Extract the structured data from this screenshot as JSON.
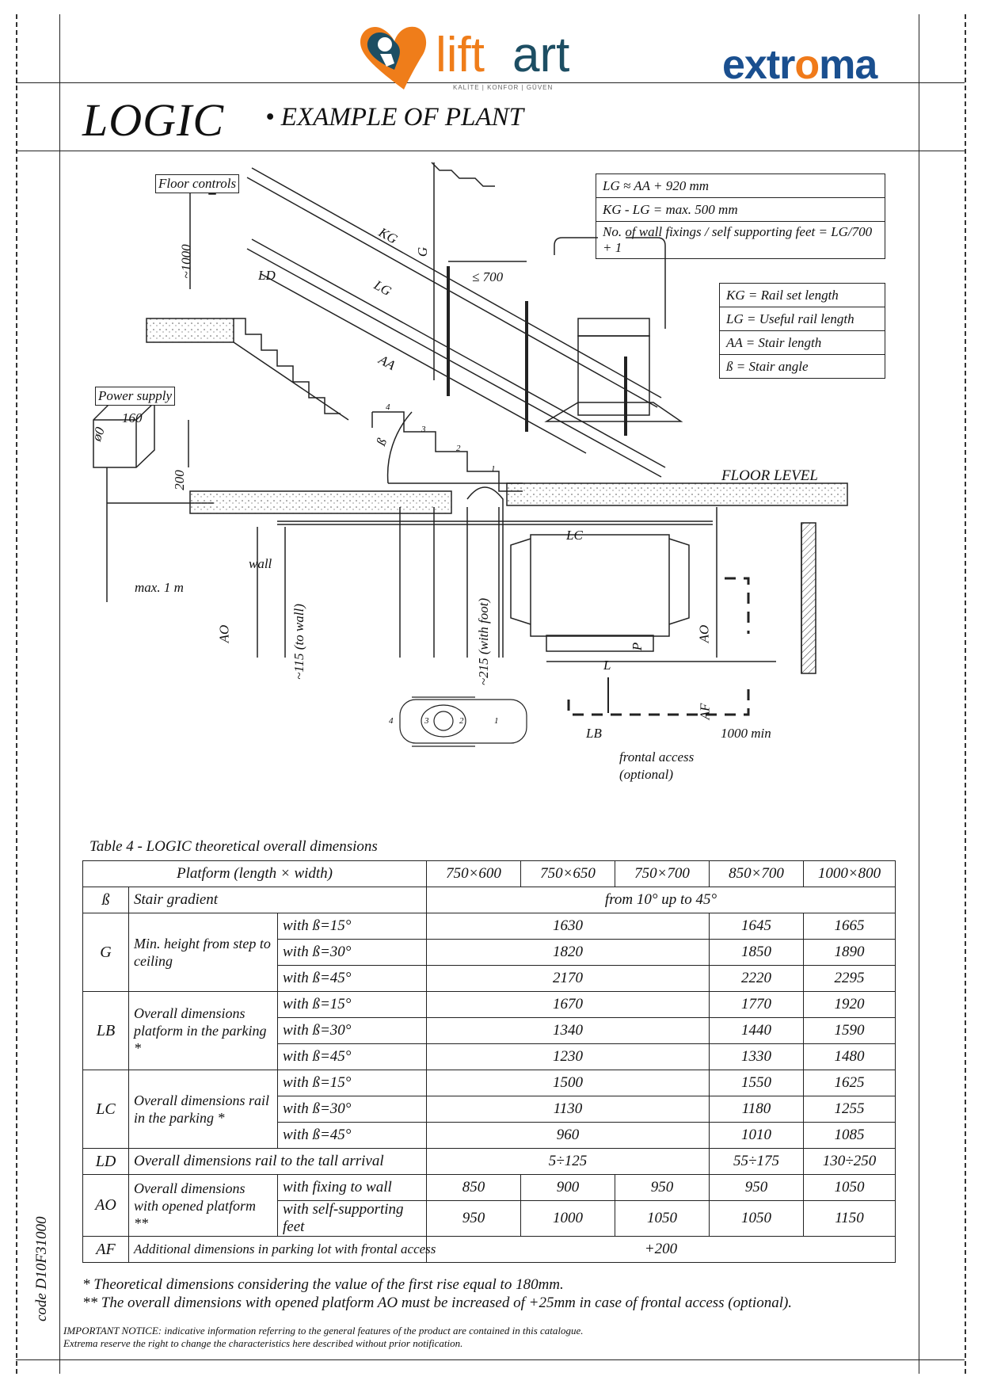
{
  "header": {
    "brand_left": "liftart",
    "brand_left_tagline": "KALİTE | KONFOR | GÜVEN",
    "brand_right_a": "extr",
    "brand_right_b": "o",
    "brand_right_c": "ma",
    "title": "LOGIC",
    "subtitle": "• EXAMPLE OF PLANT"
  },
  "formulas": [
    "LG ≈ AA + 920 mm",
    "KG - LG = max. 500 mm",
    "No. of wall fixings / self supporting feet = LG/700 + 1"
  ],
  "legend": [
    "KG = Rail set length",
    "LG = Useful rail length",
    "AA = Stair length",
    "ß = Stair angle"
  ],
  "drawing_labels": {
    "floor_controls": "Floor controls",
    "power_supply": "Power supply",
    "h1000": "~1000",
    "ld": "LD",
    "kg": "KG",
    "lg": "LG",
    "aa": "AA",
    "g": "G",
    "le700": "≤ 700",
    "beta": "ß",
    "floor_level": "FLOOR LEVEL",
    "w160": "160",
    "h200": "200",
    "diam": "ø0",
    "max1m": "max. 1 m",
    "wall": "wall",
    "ao_left": "AO",
    "d115": "~115 (to wall)",
    "d215": "~215 (with foot)",
    "lc": "LC",
    "ao_right": "AO",
    "af": "AF",
    "p": "P",
    "l": "L",
    "lb": "LB",
    "min1000": "1000 min",
    "frontal1": "frontal access",
    "frontal2": "(optional)",
    "step1": "1",
    "step2": "2",
    "step3": "3",
    "step4": "4",
    "top1": "1",
    "top2": "2",
    "top3": "3",
    "top4": "4"
  },
  "table": {
    "caption": "Table 4 - LOGIC theoretical overall dimensions",
    "platform_header": "Platform (length × width)",
    "sizes": [
      "750×600",
      "750×650",
      "750×700",
      "850×700",
      "1000×800"
    ],
    "beta": {
      "symbol": "ß",
      "label": "Stair gradient",
      "value": "from 10° up to 45°"
    },
    "g": {
      "symbol": "G",
      "label": "Min. height from step to ceiling",
      "rows": [
        {
          "cond": "with ß=15°",
          "v1": "1630",
          "v4": "1645",
          "v5": "1665"
        },
        {
          "cond": "with ß=30°",
          "v1": "1820",
          "v4": "1850",
          "v5": "1890"
        },
        {
          "cond": "with ß=45°",
          "v1": "2170",
          "v4": "2220",
          "v5": "2295"
        }
      ]
    },
    "lb": {
      "symbol": "LB",
      "label": "Overall dimensions platform in the parking *",
      "rows": [
        {
          "cond": "with ß=15°",
          "v1": "1670",
          "v4": "1770",
          "v5": "1920"
        },
        {
          "cond": "with ß=30°",
          "v1": "1340",
          "v4": "1440",
          "v5": "1590"
        },
        {
          "cond": "with ß=45°",
          "v1": "1230",
          "v4": "1330",
          "v5": "1480"
        }
      ]
    },
    "lc": {
      "symbol": "LC",
      "label": "Overall dimensions rail in the parking *",
      "rows": [
        {
          "cond": "with ß=15°",
          "v1": "1500",
          "v4": "1550",
          "v5": "1625"
        },
        {
          "cond": "with ß=30°",
          "v1": "1130",
          "v4": "1180",
          "v5": "1255"
        },
        {
          "cond": "with ß=45°",
          "v1": "960",
          "v4": "1010",
          "v5": "1085"
        }
      ]
    },
    "ld": {
      "symbol": "LD",
      "label": "Overall dimensions rail to the tall arrival",
      "v1": "5÷125",
      "v4": "55÷175",
      "v5": "130÷250"
    },
    "ao": {
      "symbol": "AO",
      "label": "Overall dimensions with opened platform **",
      "rows": [
        {
          "cond": "with fixing to wall",
          "v": [
            "850",
            "900",
            "950",
            "950",
            "1050"
          ]
        },
        {
          "cond": "with self-supporting feet",
          "v": [
            "950",
            "1000",
            "1050",
            "1050",
            "1150"
          ]
        }
      ]
    },
    "af": {
      "symbol": "AF",
      "label": "Additional dimensions in parking lot with frontal access",
      "value": "+200"
    }
  },
  "notes": [
    "* Theoretical dimensions considering the value of the first rise equal to 180mm.",
    "** The overall dimensions with opened platform AO must be increased of +25mm in case of frontal access (optional)."
  ],
  "notice": {
    "line1": "IMPORTANT NOTICE: indicative information referring to the general features of the product are contained in this catalogue.",
    "line2": "Extrema reserve the right to change the characteristics here described without prior notification."
  },
  "code": "code D10F31000",
  "colors": {
    "liftart_blue": "#1d4e63",
    "liftart_orange": "#ef7d1a",
    "extrema_blue": "#1a4f8f",
    "extrema_orange": "#f07a1a"
  }
}
